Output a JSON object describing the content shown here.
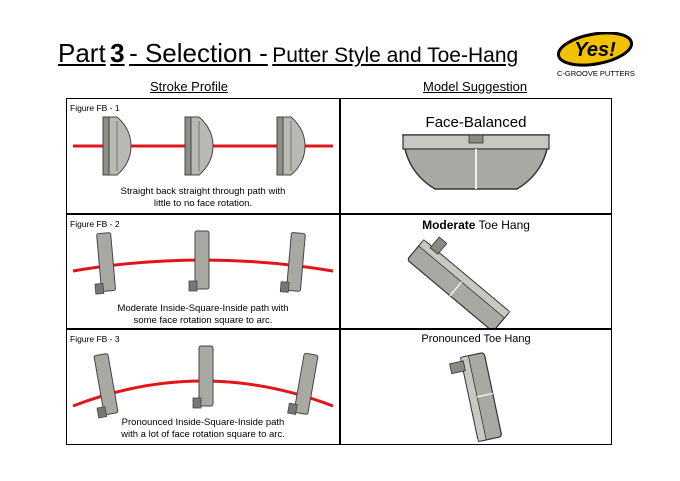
{
  "header": {
    "part_word": "Part",
    "part_number": "3",
    "selection": "- Selection -",
    "subtitle": "Putter Style and Toe-Hang"
  },
  "logo": {
    "brand": "Yes!",
    "tagline": "C-GROOVE PUTTERS",
    "colors": {
      "fill": "#f2c200",
      "outline": "#000000"
    }
  },
  "columns": {
    "left": "Stroke Profile",
    "right": "Model Suggestion"
  },
  "rows": [
    {
      "figure": "Figure FB - 1",
      "caption_line1": "Straight back straight through path with",
      "caption_line2": "little to no face rotation.",
      "model": "Face-Balanced"
    },
    {
      "figure": "Figure FB - 2",
      "caption_line1": "Moderate Inside-Square-Inside path with",
      "caption_line2": "some face rotation square to arc.",
      "model_bold": "Moderate",
      "model_rest": "Toe Hang"
    },
    {
      "figure": "Figure FB - 3",
      "caption_line1": "Pronounced Inside-Square-Inside path",
      "caption_line2": "with a lot of face rotation square to arc.",
      "model": "Pronounced Toe Hang"
    }
  ],
  "colors": {
    "path_line": "#e0161b",
    "border": "#000000",
    "steel": "#a9a9a4"
  }
}
